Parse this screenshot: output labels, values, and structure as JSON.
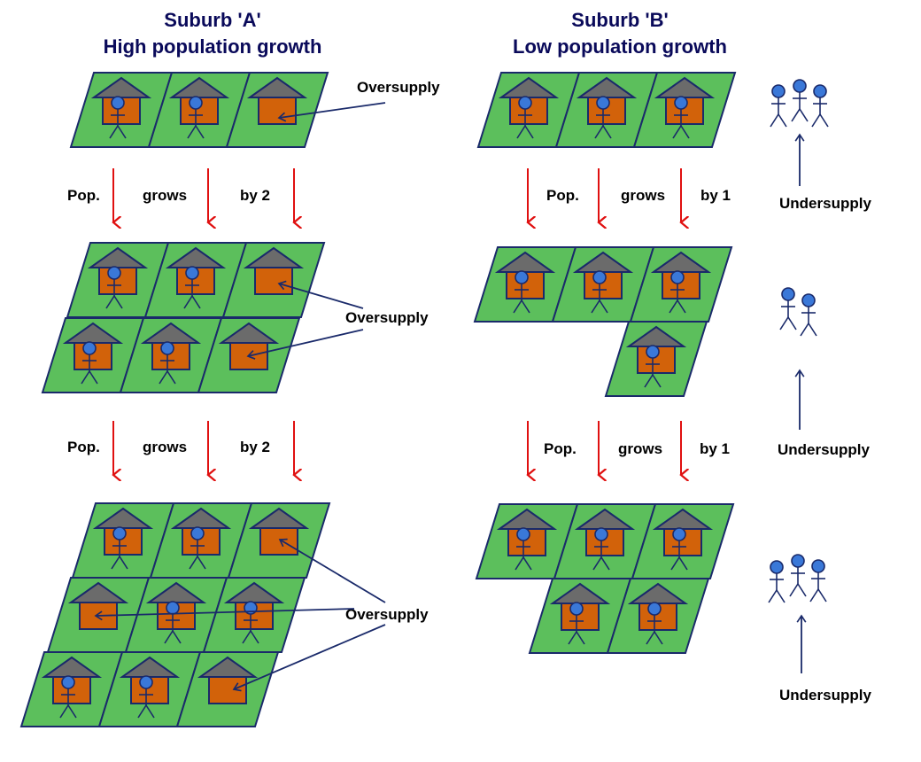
{
  "suburb_a": {
    "title_line1": "Suburb 'A'",
    "title_line2": "High population growth",
    "growth_step_1": {
      "word1": "Pop.",
      "word2": "grows",
      "word3": "by 2"
    },
    "growth_step_2": {
      "word1": "Pop.",
      "word2": "grows",
      "word3": "by 2"
    },
    "oversupply_label": "Oversupply"
  },
  "suburb_b": {
    "title_line1": "Suburb 'B'",
    "title_line2": "Low population growth",
    "growth_step_1": {
      "word1": "Pop.",
      "word2": "grows",
      "word3": "by 1"
    },
    "growth_step_2": {
      "word1": "Pop.",
      "word2": "grows",
      "word3": "by 1"
    },
    "undersupply_label": "Undersupply"
  },
  "colors": {
    "title": "#0a0a5a",
    "lot_fill": "#5cbf5c",
    "lot_stroke": "#1a2a6a",
    "house_body": "#d2620a",
    "roof": "#6b6b6b",
    "person_head": "#3a78d8",
    "person_stroke": "#1a2a6a",
    "growth_arrow": "#e01010",
    "pointer_line": "#1a2a6a"
  },
  "icons": [
    "lot-parcel-icon",
    "house-icon",
    "person-icon",
    "down-arrow-icon",
    "up-arrow-icon"
  ]
}
